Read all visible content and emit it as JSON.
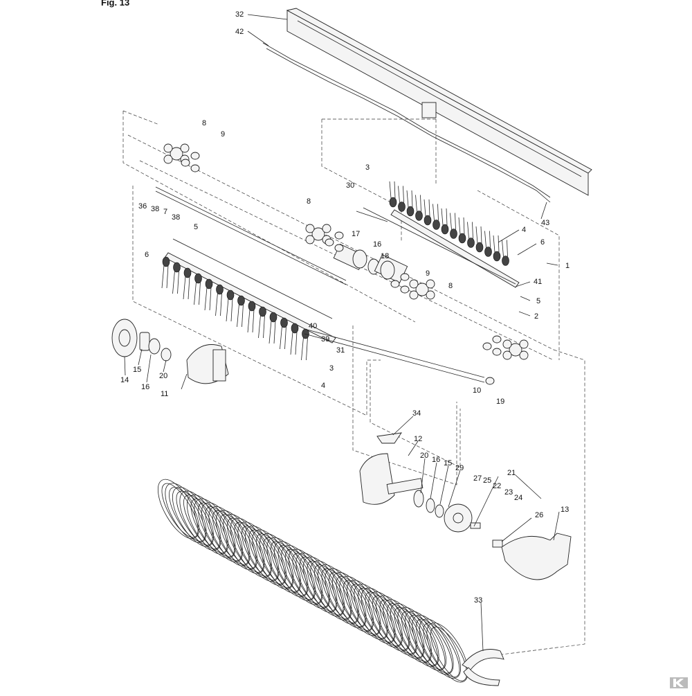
{
  "figure": {
    "title": "Fig. 13"
  },
  "callouts": [
    {
      "id": "32",
      "text": "32"
    },
    {
      "id": "42",
      "text": "42"
    },
    {
      "id": "8a",
      "text": "8"
    },
    {
      "id": "9a",
      "text": "9"
    },
    {
      "id": "3a",
      "text": "3"
    },
    {
      "id": "30",
      "text": "30"
    },
    {
      "id": "8b",
      "text": "8"
    },
    {
      "id": "43",
      "text": "43"
    },
    {
      "id": "36",
      "text": "36"
    },
    {
      "id": "38a",
      "text": "38"
    },
    {
      "id": "7",
      "text": "7"
    },
    {
      "id": "38b",
      "text": "38"
    },
    {
      "id": "5a",
      "text": "5"
    },
    {
      "id": "17",
      "text": "17"
    },
    {
      "id": "16a",
      "text": "16"
    },
    {
      "id": "4a",
      "text": "4"
    },
    {
      "id": "6a",
      "text": "6"
    },
    {
      "id": "1",
      "text": "1"
    },
    {
      "id": "18",
      "text": "18"
    },
    {
      "id": "6b",
      "text": "6"
    },
    {
      "id": "9b",
      "text": "9"
    },
    {
      "id": "8c",
      "text": "8"
    },
    {
      "id": "41",
      "text": "41"
    },
    {
      "id": "5b",
      "text": "5"
    },
    {
      "id": "2",
      "text": "2"
    },
    {
      "id": "40",
      "text": "40"
    },
    {
      "id": "39",
      "text": "39"
    },
    {
      "id": "31",
      "text": "31"
    },
    {
      "id": "3b",
      "text": "3"
    },
    {
      "id": "4b",
      "text": "4"
    },
    {
      "id": "14",
      "text": "14"
    },
    {
      "id": "15a",
      "text": "15"
    },
    {
      "id": "16b",
      "text": "16"
    },
    {
      "id": "20a",
      "text": "20"
    },
    {
      "id": "11",
      "text": "11"
    },
    {
      "id": "10",
      "text": "10"
    },
    {
      "id": "19",
      "text": "19"
    },
    {
      "id": "34",
      "text": "34"
    },
    {
      "id": "12",
      "text": "12"
    },
    {
      "id": "20b",
      "text": "20"
    },
    {
      "id": "16c",
      "text": "16"
    },
    {
      "id": "15b",
      "text": "15"
    },
    {
      "id": "29",
      "text": "29"
    },
    {
      "id": "21",
      "text": "21"
    },
    {
      "id": "27",
      "text": "27"
    },
    {
      "id": "25",
      "text": "25"
    },
    {
      "id": "22",
      "text": "22"
    },
    {
      "id": "23",
      "text": "23"
    },
    {
      "id": "24",
      "text": "24"
    },
    {
      "id": "26",
      "text": "26"
    },
    {
      "id": "13",
      "text": "13"
    },
    {
      "id": "33",
      "text": "33"
    }
  ],
  "brand": {
    "logo_text": "K"
  }
}
